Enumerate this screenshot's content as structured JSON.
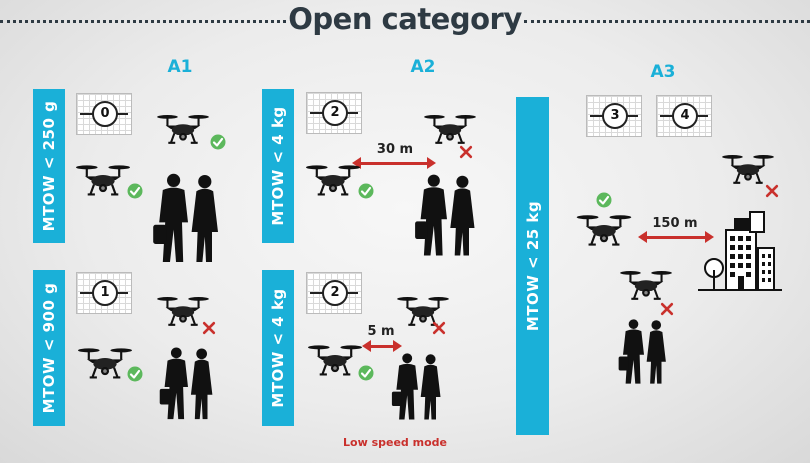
{
  "title": "Open category",
  "subcategories": [
    "A1",
    "A2",
    "A3"
  ],
  "mtow_labels": {
    "a1_top": "MTOW < 250 g",
    "a1_bottom": "MTOW < 900 g",
    "a2_top": "MTOW < 4 kg",
    "a2_bottom": "MTOW < 4 kg",
    "a3": "MTOW < 25 kg"
  },
  "class_badges": {
    "a1_top": "0",
    "a1_bottom": "1",
    "a2_top": "2",
    "a2_bottom": "2",
    "a3_first": "3",
    "a3_second": "4"
  },
  "distances": {
    "a2_top": "30 m",
    "a2_bottom": "5 m",
    "a3": "150 m"
  },
  "footer_note": "Low speed mode",
  "colors": {
    "title": "#2e3a43",
    "accent_blue": "#1ab0d8",
    "allowed_green": "#5cb85c",
    "forbidden_red": "#c9302c"
  }
}
